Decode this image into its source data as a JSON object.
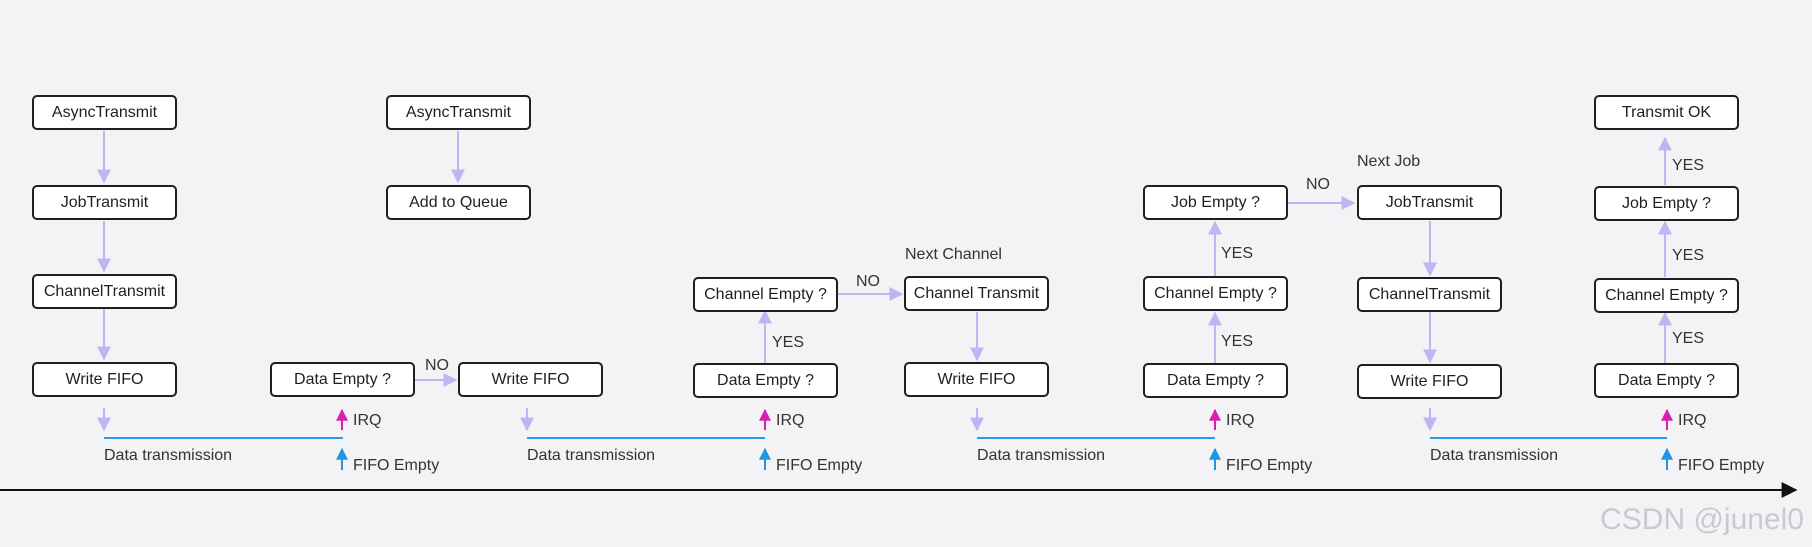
{
  "colors": {
    "background": "#f3f3f5",
    "box_border": "#1f1f1f",
    "flow_arrow": "#bdb6f2",
    "irq_arrow": "#d81fb0",
    "fifo_empty_arrow": "#1e96e6",
    "transmission_line": "#2f9be8",
    "timeline": "#111111"
  },
  "nodes": {
    "n1_async": "AsyncTransmit",
    "n1_job": "JobTransmit",
    "n1_channel": "ChannelTransmit",
    "n1_write": "Write FIFO",
    "n2_data_empty": "Data Empty ?",
    "n3_async": "AsyncTransmit",
    "n3_queue": "Add to Queue",
    "n3_write": "Write FIFO",
    "n4_channel_empty": "Channel Empty ?",
    "n4_data_empty": "Data Empty ?",
    "n5_channel": "Channel Transmit",
    "n5_write": "Write FIFO",
    "n6_job_empty": "Job Empty ?",
    "n6_channel_empty": "Channel Empty ?",
    "n6_data_empty": "Data Empty ?",
    "n7_job": "JobTransmit",
    "n7_channel": "ChannelTransmit",
    "n7_write": "Write FIFO",
    "n8_ok": "Transmit OK",
    "n8_job_empty": "Job Empty ?",
    "n8_channel_empty": "Channel Empty ?",
    "n8_data_empty": "Data Empty ?"
  },
  "labels": {
    "no_1": "NO",
    "no_2": "NO",
    "no_3": "NO",
    "yes_1": "YES",
    "yes_2": "YES",
    "yes_3": "YES",
    "yes_4": "YES",
    "yes_5": "YES",
    "yes_6": "YES",
    "next_channel": "Next Channel",
    "next_job": "Next Job",
    "irq_1": "IRQ",
    "irq_2": "IRQ",
    "irq_3": "IRQ",
    "irq_4": "IRQ",
    "fifo_empty_1": "FIFO Empty",
    "fifo_empty_2": "FIFO Empty",
    "fifo_empty_3": "FIFO Empty",
    "fifo_empty_4": "FIFO Empty",
    "data_tx_1": "Data transmission",
    "data_tx_2": "Data transmission",
    "data_tx_3": "Data transmission",
    "data_tx_4": "Data transmission"
  },
  "watermark": "CSDN @junel0"
}
